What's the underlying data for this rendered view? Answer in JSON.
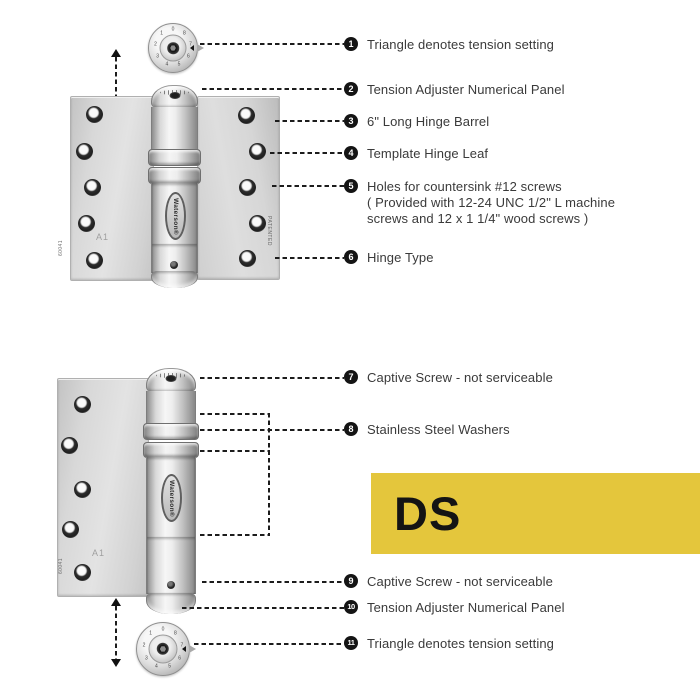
{
  "badge": {
    "label": "DS"
  },
  "brand": {
    "logo_text": "Waterson®"
  },
  "marks": {
    "grade_top": "A1",
    "grade_bottom": "A1",
    "patented": "PATENTED",
    "cert_top": "60041",
    "cert_bottom": "60041"
  },
  "dial": {
    "digits": [
      "0",
      "1",
      "2",
      "3",
      "4",
      "5",
      "6",
      "7",
      "8"
    ]
  },
  "colors": {
    "accent_yellow": "#E4C63C",
    "ink": "#3a3a3a",
    "line": "#1c1c1c"
  },
  "callouts": [
    {
      "num": "1",
      "label": "Triangle denotes tension setting"
    },
    {
      "num": "2",
      "label": "Tension Adjuster Numerical Panel"
    },
    {
      "num": "3",
      "label": "6\" Long Hinge Barrel"
    },
    {
      "num": "4",
      "label": "Template Hinge Leaf"
    },
    {
      "num": "5",
      "label": "Holes for countersink #12 screws",
      "sub1": "( Provided with 12-24 UNC 1/2\" L machine",
      "sub2": "screws and 12 x 1 1/4\" wood screws )"
    },
    {
      "num": "6",
      "label": "Hinge Type"
    },
    {
      "num": "7",
      "label": "Captive Screw - not serviceable"
    },
    {
      "num": "8",
      "label": "Stainless Steel Washers"
    },
    {
      "num": "9",
      "label": "Captive Screw - not serviceable"
    },
    {
      "num": "10",
      "label": "Tension Adjuster Numerical Panel"
    },
    {
      "num": "11",
      "label": "Triangle denotes tension setting"
    }
  ]
}
